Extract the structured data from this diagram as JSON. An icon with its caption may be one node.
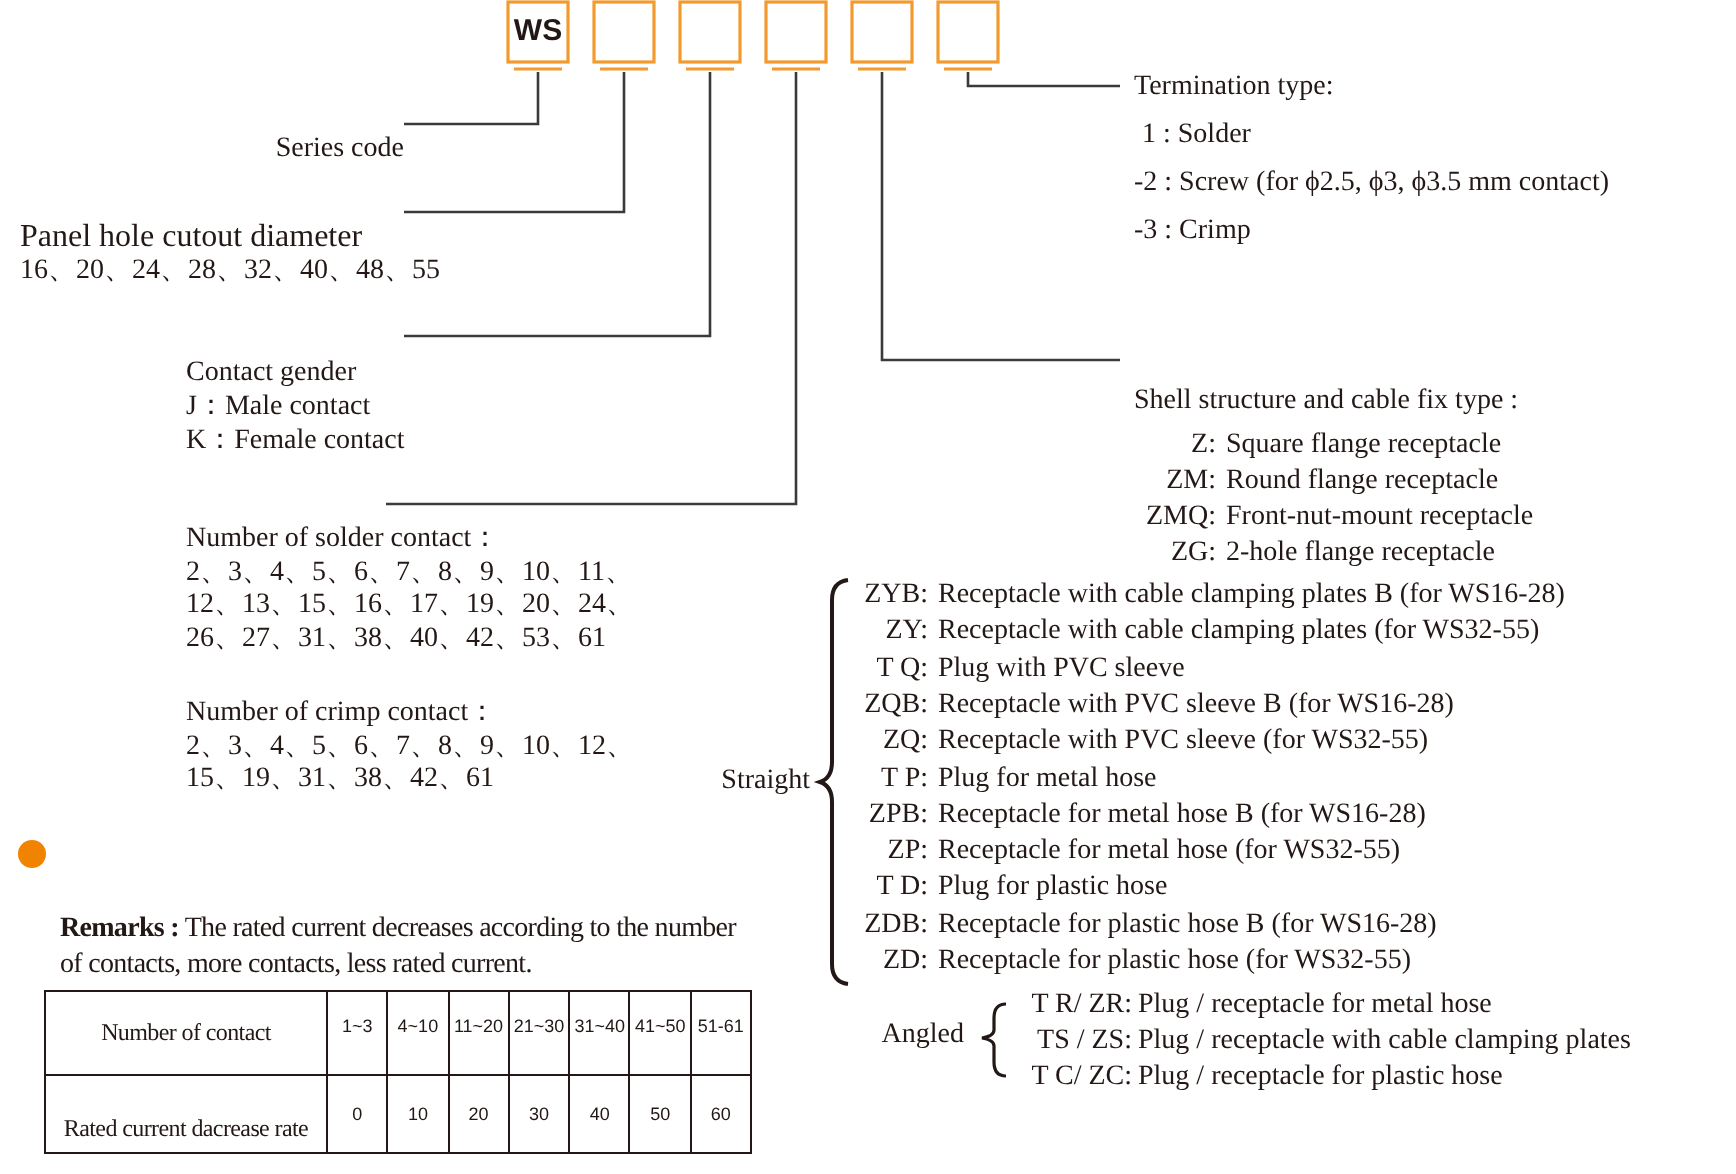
{
  "diagram": {
    "nodes": [
      {
        "text": [
          "WS"
        ]
      },
      {
        "text": [],
        "shape": "box"
      },
      {
        "text": [],
        "shape": "box"
      },
      {
        "text": [],
        "shape": "box"
      },
      {
        "text": [],
        "shape": "box"
      },
      {
        "text": [],
        "shape": "box"
      },
      {
        "text": [
          "Series code"
        ]
      },
      {
        "text": [
          "Panel hole cutout diameter",
          "16、20、24、28、32、40、48、55"
        ]
      },
      {
        "text": [
          "Contact gender",
          "J：Male contact",
          "K：Female contact"
        ]
      },
      {
        "text": [
          "Number of solder contact：",
          "2、3、4、5、6、7、8、9、10、11、12、13、15、16、17、19、20、24、26、27、31、38、40、42、53、61",
          "Number of crimp contact：",
          "2、3、4、5、6、7、8、9、10、12、15、19、31、38、42、61"
        ]
      },
      {
        "text": [
          "Shell structure and cable fix type :",
          "Z:",
          "Square flange receptacle",
          "ZM:",
          "Round flange receptacle",
          "ZMQ:",
          "Front-nut-mount receptacle",
          "ZG:",
          "2-hole flange receptacle"
        ]
      },
      {
        "text": [
          "Termination type:",
          "1 : Solder",
          "-2 : Screw (for ϕ2.5, ϕ3, ϕ3.5 mm contact)",
          "-3 : Crimp"
        ]
      }
    ],
    "edges": [
      {
        "from": 0,
        "to": 6,
        "arrow": "none"
      },
      {
        "from": 1,
        "to": 7,
        "arrow": "none"
      },
      {
        "from": 2,
        "to": 8,
        "arrow": "none"
      },
      {
        "from": 3,
        "to": 9,
        "arrow": "none"
      },
      {
        "from": 4,
        "to": 10,
        "arrow": "none"
      },
      {
        "from": 5,
        "to": 11,
        "arrow": "none"
      }
    ],
    "labels": [
      "Straight",
      "ZYB:",
      "Receptacle with cable clamping plates B (for WS16-28)",
      "ZY:",
      "Receptacle with cable clamping plates (for WS32-55)",
      "T Q:",
      "Plug with PVC sleeve",
      "ZQB:",
      "Receptacle with PVC sleeve B (for WS16-28)",
      "ZQ:",
      "Receptacle with PVC sleeve (for WS32-55)",
      "T P:",
      "Plug for metal hose",
      "ZPB:",
      "Receptacle for metal hose B (for WS16-28)",
      "ZP:",
      "Receptacle for metal hose (for WS32-55)",
      "T D:",
      "Plug for plastic hose",
      "ZDB:",
      "Receptacle for plastic hose B (for WS16-28)",
      "ZD:",
      "Receptacle for plastic hose (for WS32-55)",
      "Angled",
      "T R/ ZR:",
      "Plug / receptacle for metal hose",
      "TS / ZS:",
      "Plug / receptacle with cable clamping plates",
      "T C/ ZC:",
      "Plug / receptacle for plastic hose",
      "**Remarks :** The rated current decreases according to the number of contacts, more contacts, less rated current.",
      "Number of contact",
      "1~3",
      "4~10",
      "11~20",
      "21~30",
      "31~40",
      "41~50",
      "51-61",
      "Rated current dacrease rate",
      "0",
      "10",
      "20",
      "30",
      "40",
      "50",
      "60"
    ]
  }
}
